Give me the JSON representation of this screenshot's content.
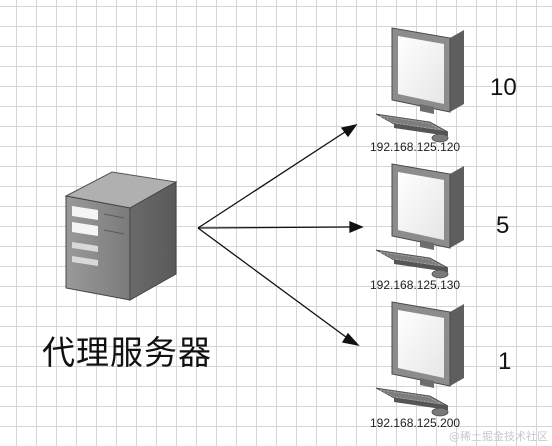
{
  "server": {
    "label": "代理服务器"
  },
  "clients": [
    {
      "ip": "192.168.125.120",
      "weight": "10"
    },
    {
      "ip": "192.168.125.130",
      "weight": "5"
    },
    {
      "ip": "192.168.125.200",
      "weight": "1"
    }
  ],
  "watermark": "@稀土掘金技术社区"
}
